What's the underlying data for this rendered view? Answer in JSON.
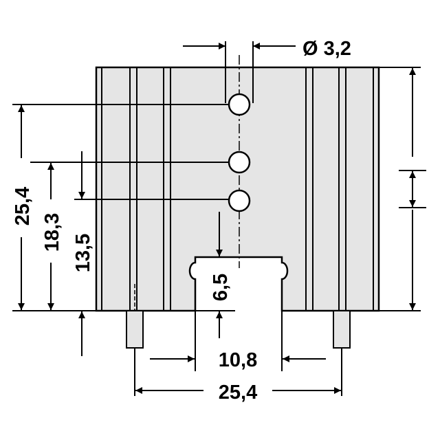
{
  "drawing": {
    "body_fill": "#e5e5e5",
    "line_color": "#000000",
    "dimensions": {
      "hole_diameter": "Ø 3,2",
      "height_total": "25,4",
      "height_mid": "18,3",
      "height_low": "13,5",
      "notch_depth": "6,5",
      "notch_width": "10,8",
      "pin_spacing": "25,4"
    }
  }
}
